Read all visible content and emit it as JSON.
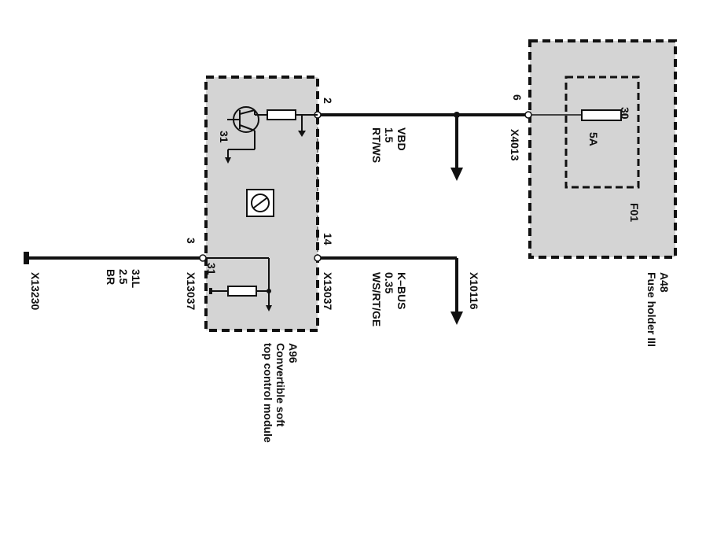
{
  "colors": {
    "background": "#ffffff",
    "line": "#111111",
    "module_fill": "#d4d4d4"
  },
  "fuse_holder": {
    "id": "A48",
    "name": "Fuse holder III",
    "fuse_id": "F01",
    "fuse_rating": "5A",
    "fuse_pin": "30"
  },
  "module": {
    "id": "A96",
    "name_line1": "Convertible soft",
    "name_line2": "top control module",
    "internal_ground_pin_a": "31",
    "internal_ground_pin_b": "31"
  },
  "connectors": {
    "x4013": {
      "id": "X4013",
      "pin": "6"
    },
    "x13037_top": {
      "id": "X13037",
      "pin": "2"
    },
    "x13037_mid": {
      "id": "X13037",
      "pin": "14"
    },
    "x13037_bottom": {
      "id": "X13037",
      "pin": "3"
    },
    "x10116": {
      "id": "X10116"
    },
    "x13230": {
      "id": "X13230"
    }
  },
  "wires": {
    "vbd": {
      "name": "VBD",
      "gauge": "1.5",
      "color": "RT/WS"
    },
    "kbus": {
      "name": "K–BUS",
      "gauge": "0.35",
      "color": "WS/RT/GE"
    },
    "ground": {
      "name": "31L",
      "gauge": "2.5",
      "color": "BR"
    }
  }
}
